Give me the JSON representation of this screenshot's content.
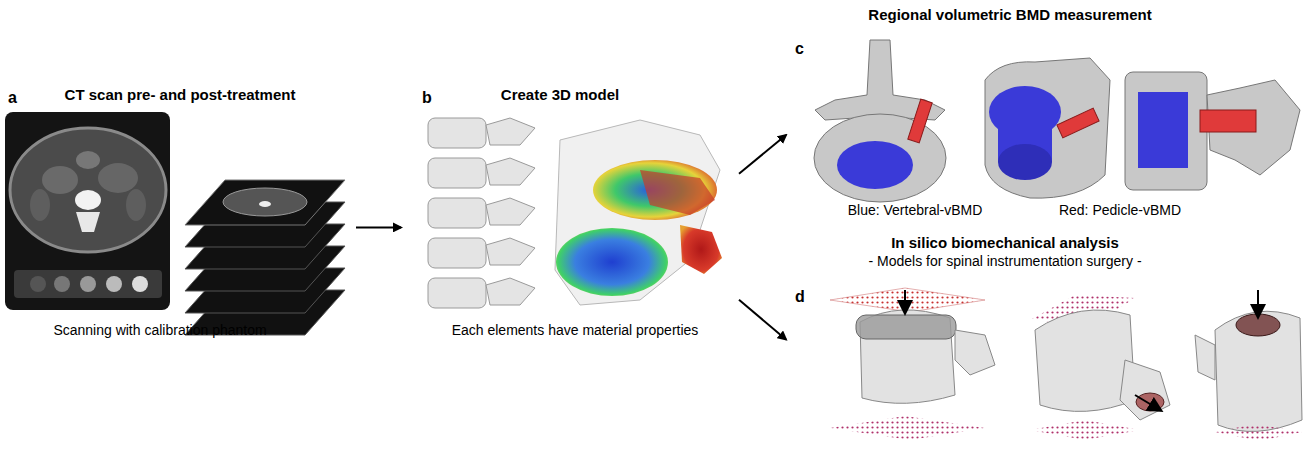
{
  "diagram": {
    "nodes": [
      {
        "text": [
          "a",
          "CT scan pre- and post-treatment",
          "Scanning with calibration phantom"
        ]
      },
      {
        "text": [
          "b",
          "Create 3D model",
          "Each elements have material properties"
        ]
      },
      {
        "text": [
          "c",
          "Regional volumetric BMD measurement",
          "Blue: Vertebral-vBMD",
          "Red: Pedicle-vBMD"
        ]
      },
      {
        "text": [
          "d",
          "In silico biomechanical analysis",
          "- Models for spinal instrumentation surgery -"
        ]
      }
    ],
    "edges": [
      {
        "from": 0,
        "to": 1,
        "arrow": "to"
      },
      {
        "from": 1,
        "to": 2,
        "arrow": "to"
      },
      {
        "from": 1,
        "to": 3,
        "arrow": "to"
      }
    ]
  }
}
